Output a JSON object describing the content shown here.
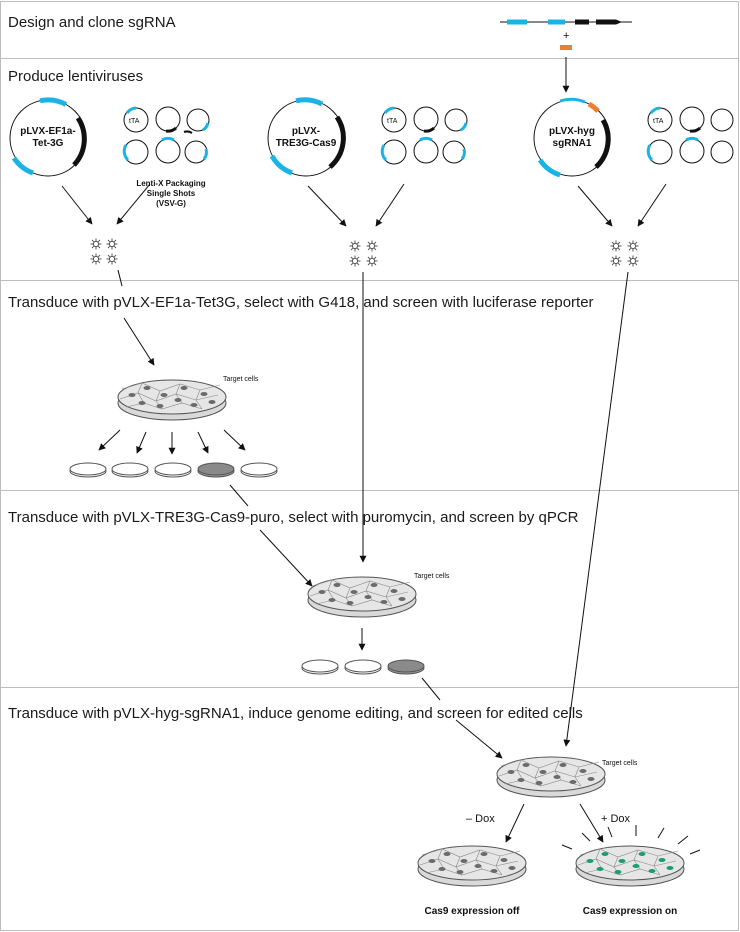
{
  "steps": [
    "Design and clone sgRNA",
    "Produce lentiviruses",
    "Transduce with pVLX-EF1a-Tet3G, select with G418, and screen with luciferase reporter",
    "Transduce with pVLX-TRE3G-Cas9-puro, select with puromycin, and screen by qPCR",
    "Transduce with pVLX-hyg-sgRNA1, induce genome editing, and screen for edited cells"
  ],
  "plus_sign": "+",
  "plasmids": {
    "p1": [
      "pLVX-EF1a-",
      "Tet-3G"
    ],
    "p2": [
      "pLVX-",
      "TRE3G-Cas9"
    ],
    "p3": [
      "pLVX-hyg",
      "sgRNA1"
    ]
  },
  "packaging_tag": "tTA",
  "packaging_label": [
    "Lenti-X Packaging",
    "Single Shots",
    "(VSV-G)"
  ],
  "target_cells_label": "Target cells",
  "dox_minus": "– Dox",
  "dox_plus": "+ Dox",
  "outcome_off": "Cas9 expression off",
  "outcome_on": "Cas9 expression on",
  "colors": {
    "accent_blue": "#1ab3e6",
    "accent_orange": "#f07f2c",
    "accent_green": "#1a9e6e",
    "dish_gray": "#d9d9d9",
    "panel_border": "#bdbdbd"
  }
}
